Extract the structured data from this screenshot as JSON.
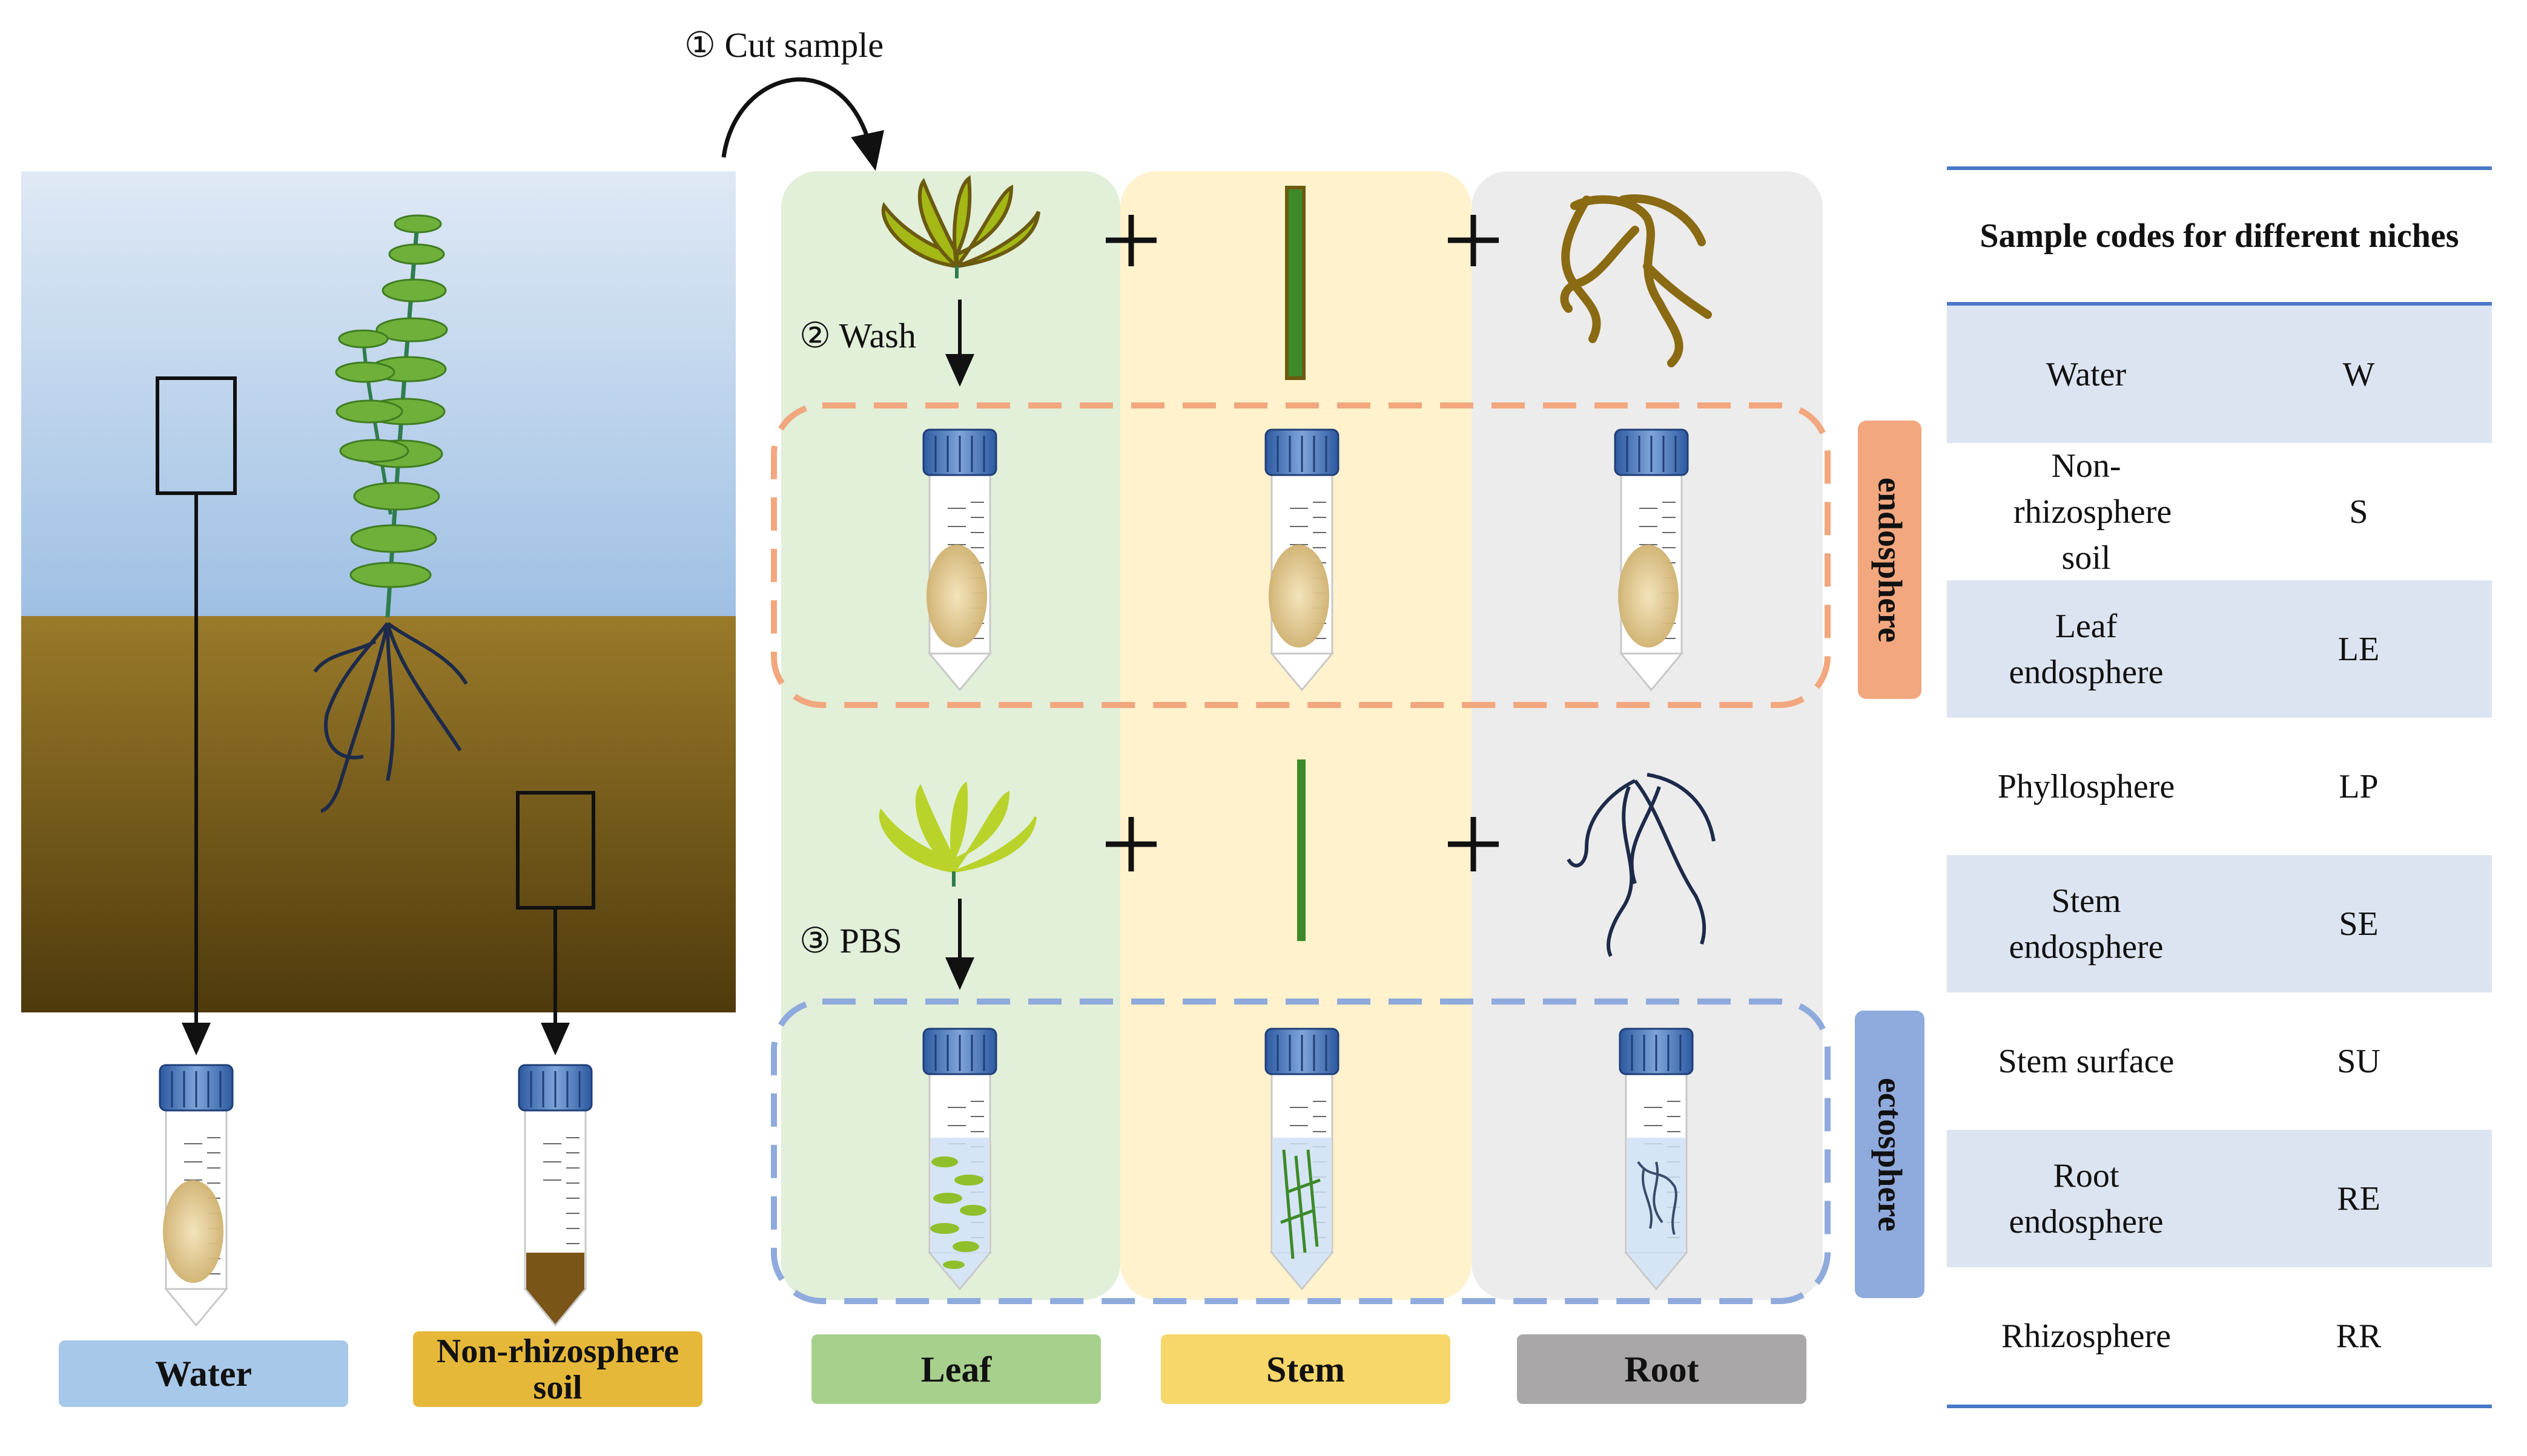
{
  "steps": {
    "cut": "① Cut sample",
    "wash": "② Wash",
    "pbs": "③ PBS"
  },
  "zones": {
    "endosphere": "endosphere",
    "ectosphere": "ectosphere"
  },
  "labels": {
    "water": "Water",
    "soil": "Non-rhizosphere soil",
    "leaf": "Leaf",
    "stem": "Stem",
    "root": "Root"
  },
  "table": {
    "header": "Sample codes for different niches",
    "rows": [
      {
        "niche": "Water",
        "code": "W"
      },
      {
        "niche": "Non-rhizosphere soil",
        "code": "S"
      },
      {
        "niche": "Leaf endosphere",
        "code": "LE"
      },
      {
        "niche": "Phyllosphere",
        "code": "LP"
      },
      {
        "niche": "Stem endosphere",
        "code": "SE"
      },
      {
        "niche": "Stem surface",
        "code": "SU"
      },
      {
        "niche": "Root endosphere",
        "code": "RE"
      },
      {
        "niche": "Rhizosphere",
        "code": "RR"
      }
    ]
  },
  "colors": {
    "water_label": "#a7c8e8",
    "soil_label": "#e6b83a",
    "leaf_label": "#a8d08d",
    "stem_label": "#f7d66a",
    "root_label": "#a9a7a7",
    "endosphere": "#f2a77e",
    "ectosphere": "#8faadc",
    "table_rule": "#4a78c8",
    "table_shade": "#dde4f1"
  }
}
